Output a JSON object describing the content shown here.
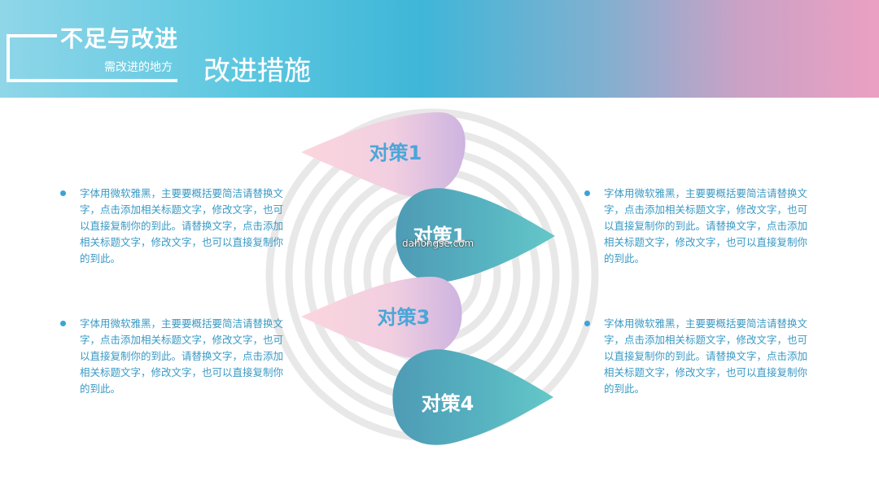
{
  "header": {
    "title": "不足与改进",
    "subtitle": "需改进的地方",
    "section": "改进措施"
  },
  "petals": [
    {
      "label": "对策1"
    },
    {
      "label": "对策1"
    },
    {
      "label": "对策3"
    },
    {
      "label": "对策4"
    }
  ],
  "watermark": "dahongse.com",
  "texts": [
    {
      "body": "字体用微软雅黑，主要要概括要简洁请替换文字，点击添加相关标题文字，修改文字，也可以直接复制你的到此。请替换文字，点击添加相关标题文字，修改文字，也可以直接复制你的到此。"
    },
    {
      "body": "字体用微软雅黑，主要要概括要简洁请替换文字，点击添加相关标题文字，修改文字，也可以直接复制你的到此。请替换文字，点击添加相关标题文字，修改文字，也可以直接复制你的到此。"
    },
    {
      "body": "字体用微软雅黑，主要要概括要简洁请替换文字，点击添加相关标题文字，修改文字，也可以直接复制你的到此。请替换文字，点击添加相关标题文字，修改文字，也可以直接复制你的到此。"
    },
    {
      "body": "字体用微软雅黑，主要要概括要简洁请替换文字，点击添加相关标题文字，修改文字，也可以直接复制你的到此。请替换文字，点击添加相关标题文字，修改文字，也可以直接复制你的到此。"
    }
  ],
  "colors": {
    "text": "#3a99c4",
    "pink_petal_text": "#4aa6d8",
    "teal_petal_text": "#ffffff",
    "rings": "#e8e8e8"
  }
}
